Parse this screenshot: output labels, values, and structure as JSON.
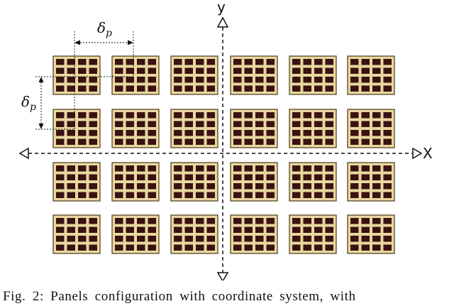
{
  "axes": {
    "x_label": "X",
    "y_label": "y"
  },
  "spacing": {
    "symbol": "δ",
    "subscript": "p"
  },
  "panels": {
    "rows": 4,
    "columns": 6,
    "cells_per_side": 4,
    "frame_color": "#e8d8a0",
    "cell_color": "#3a1212",
    "edge_color": "#4a3a1a"
  },
  "caption": "Fig. 2: Panels configuration with coordinate system, with"
}
